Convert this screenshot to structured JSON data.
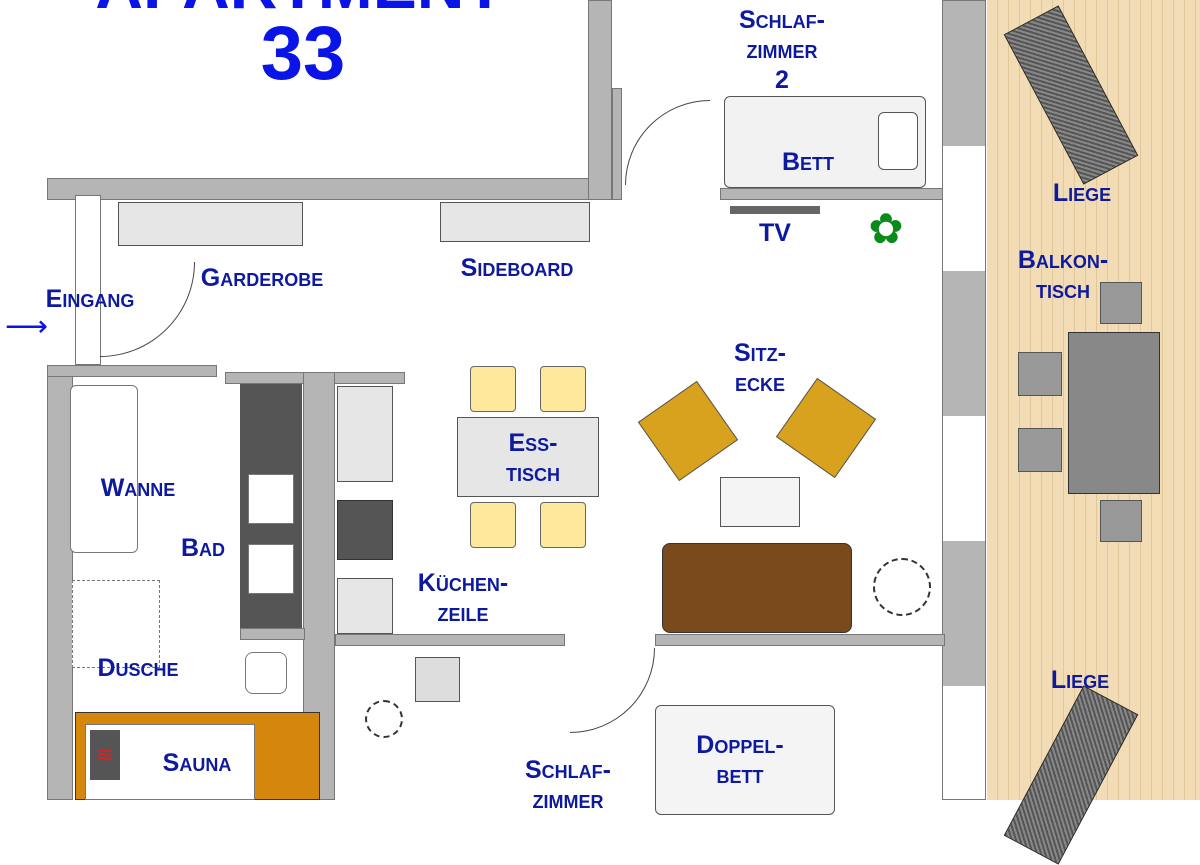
{
  "title": {
    "line1": "APARTMENT",
    "line2": "33"
  },
  "rooms": {
    "schlafzimmer2": "Schlaf-\nzimmer\n2",
    "bett": "Bett",
    "liege_top": "Liege",
    "tv": "TV",
    "balkontisch": "Balkon-\ntisch",
    "garderobe": "Garderobe",
    "sideboard": "Sideboard",
    "eingang": "Eingang",
    "sitzecke": "Sitz-\necke",
    "esstisch": "Ess-\ntisch",
    "wanne": "Wanne",
    "bad": "Bad",
    "kuechenzeile": "Küchen-\nzeile",
    "dusche": "Dusche",
    "sauna": "Sauna",
    "schlafzimmer": "Schlaf-\nzimmer",
    "doppelbett": "Doppel-\nbett",
    "liege_bottom": "Liege"
  },
  "colors": {
    "label": "#0d1a9e",
    "title": "#0a14e6",
    "wall": "#b5b5b5",
    "balcony": "#f2dcb5",
    "sofa": "#7a4a1c",
    "armchair": "#d9a21e",
    "chair": "#fde89c",
    "sauna": "#d4870c"
  }
}
